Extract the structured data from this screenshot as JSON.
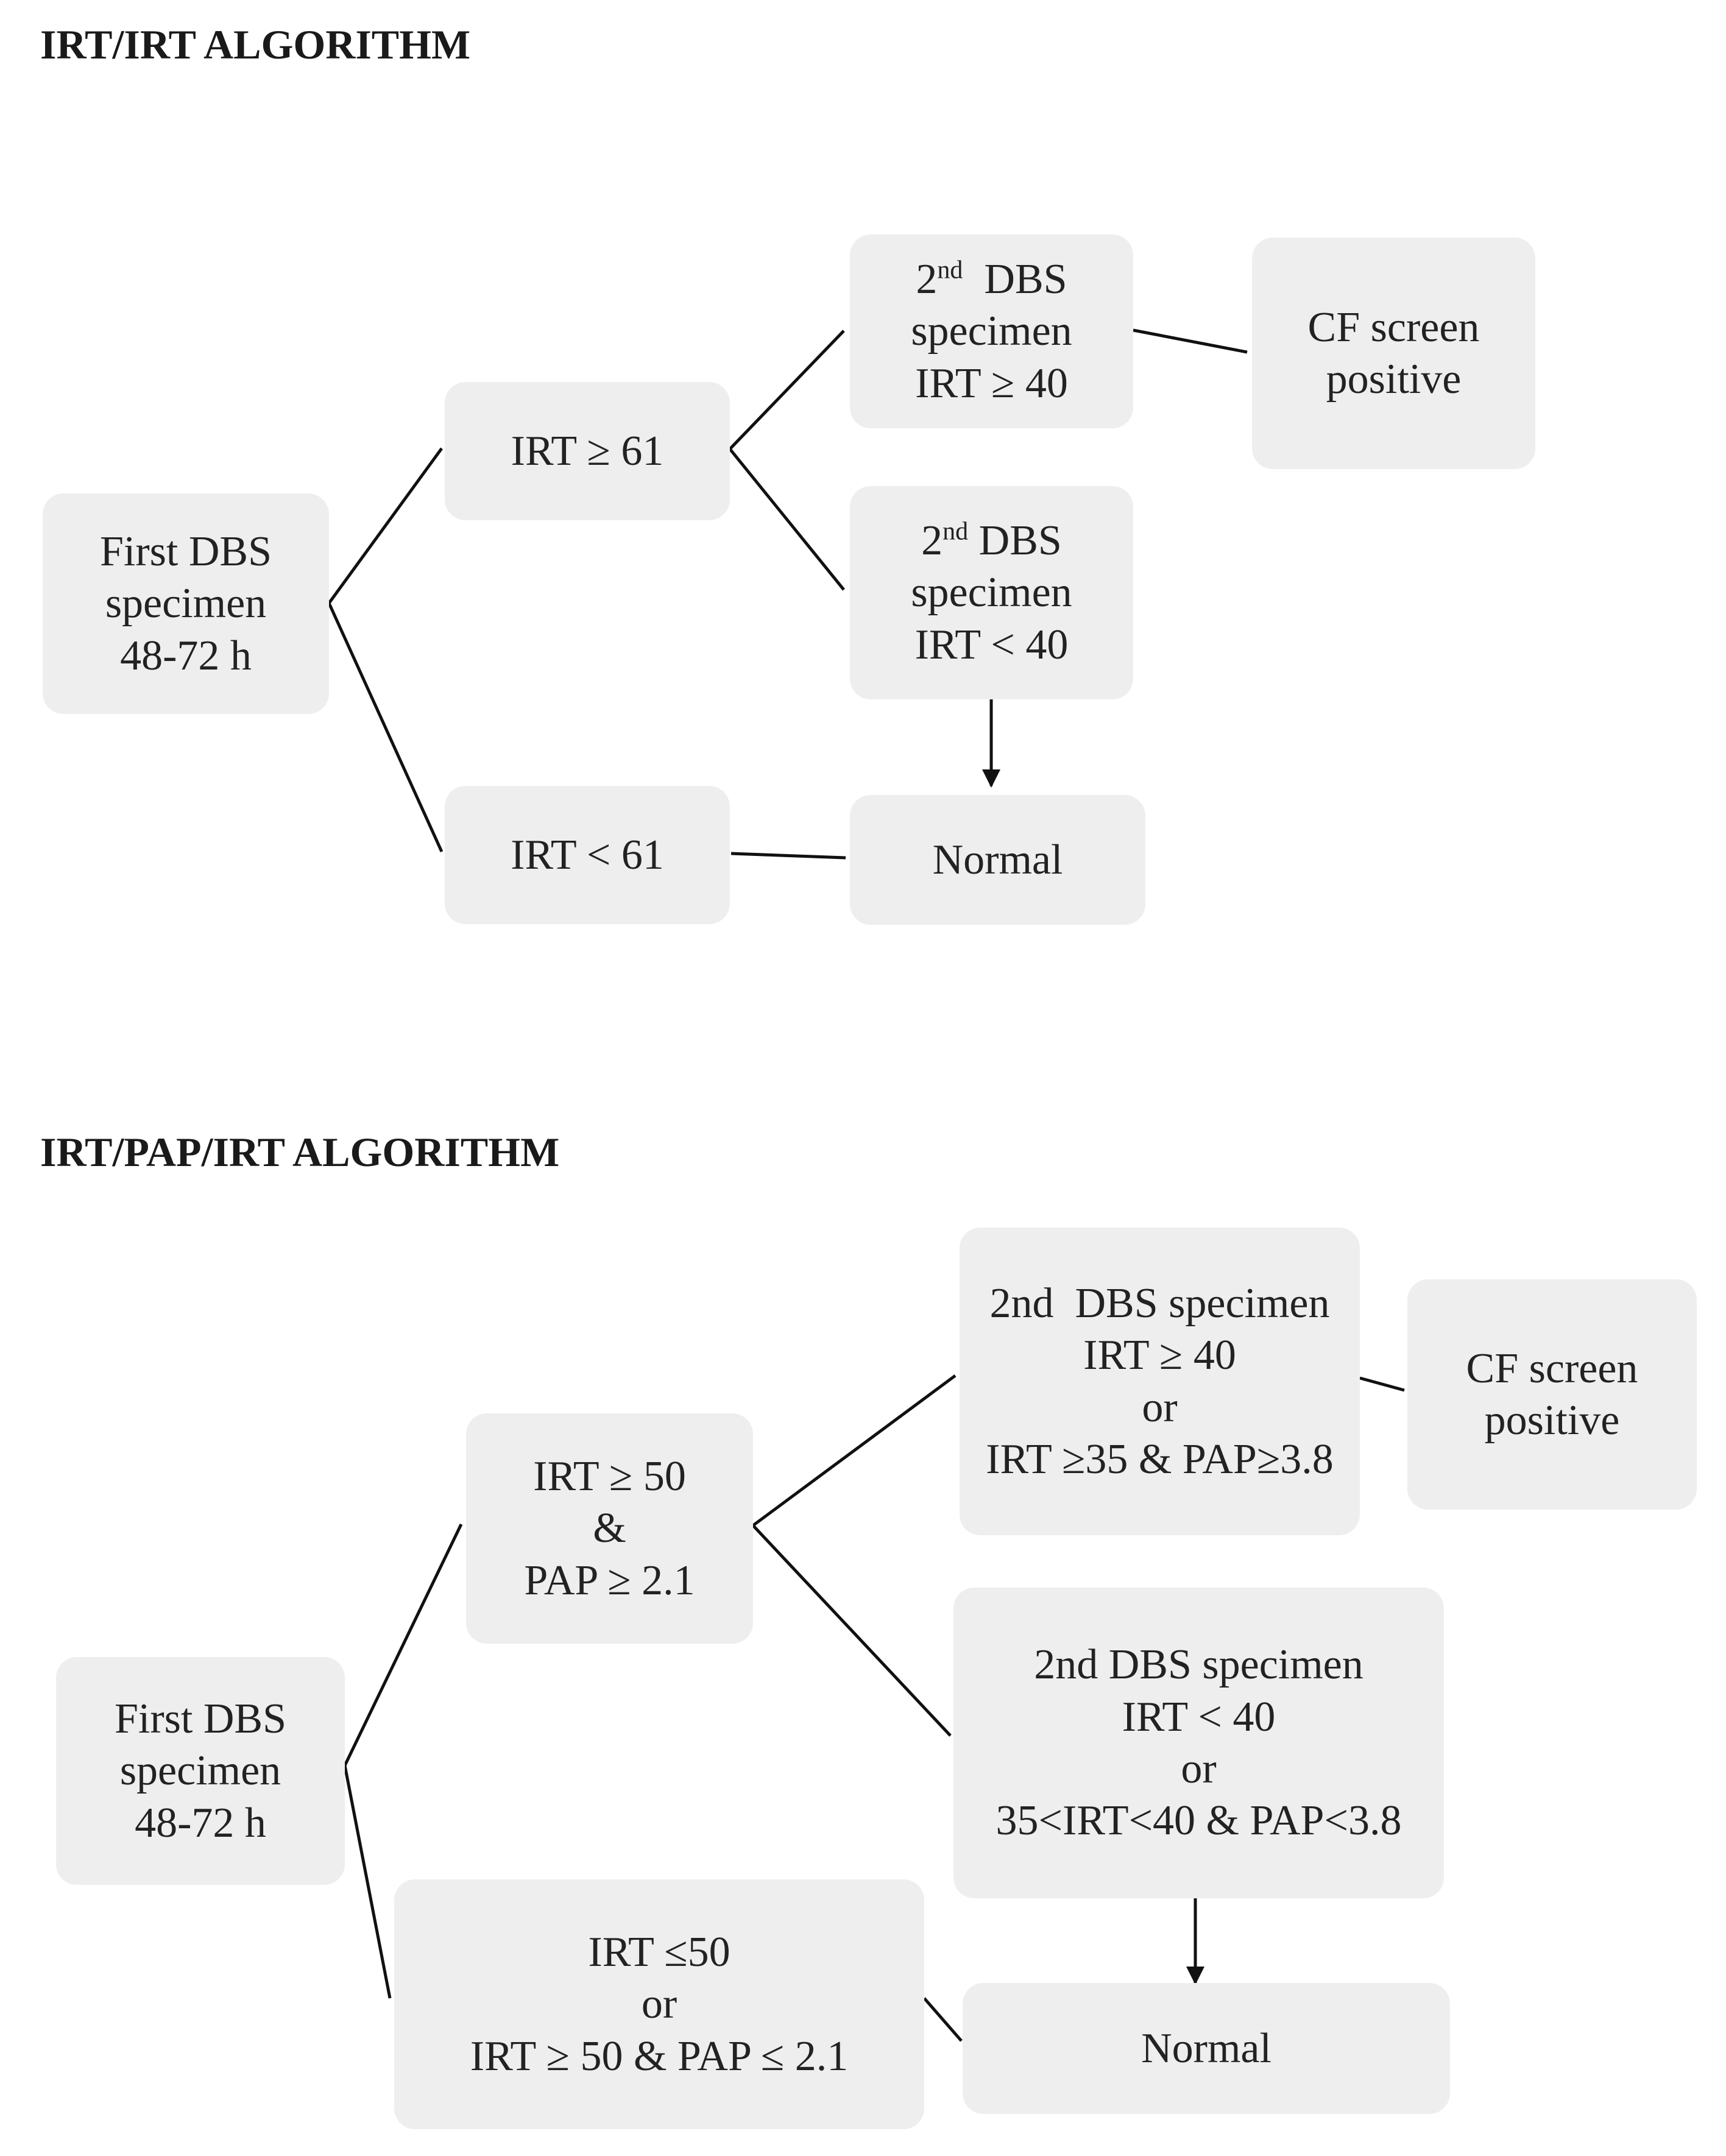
{
  "sections": {
    "irt_irt": {
      "heading": "IRT/IRT ALGORITHM",
      "first": [
        "First DBS",
        "specimen",
        "48-72 h"
      ],
      "irt_high": "IRT ≥ 61",
      "irt_low": "IRT < 61",
      "second_high": {
        "ordinal": "2",
        "suffix": "nd",
        "rest": "DBS",
        "line2": "specimen",
        "line3": "IRT ≥ 40"
      },
      "second_low": {
        "ordinal": "2",
        "suffix": "nd",
        "rest": "DBS",
        "line2": "specimen",
        "line3": "IRT < 40"
      },
      "cf_positive": [
        "CF screen",
        "positive"
      ],
      "normal": "Normal"
    },
    "irt_pap_irt": {
      "heading": "IRT/PAP/IRT ALGORITHM",
      "first": [
        "First DBS",
        "specimen",
        "48-72 h"
      ],
      "irt_pap_high": [
        "IRT ≥ 50",
        "&",
        "PAP ≥ 2.1"
      ],
      "irt_pap_low": [
        "IRT ≤50",
        "or",
        "IRT ≥ 50 & PAP ≤ 2.1"
      ],
      "second_high": [
        "2nd  DBS specimen",
        "IRT ≥ 40",
        "or",
        "IRT ≥35 & PAP≥3.8"
      ],
      "second_low": [
        "2nd DBS specimen",
        "IRT < 40",
        "or",
        "35<IRT<40 & PAP<3.8"
      ],
      "cf_positive": [
        "CF screen",
        "positive"
      ],
      "normal": "Normal"
    }
  }
}
